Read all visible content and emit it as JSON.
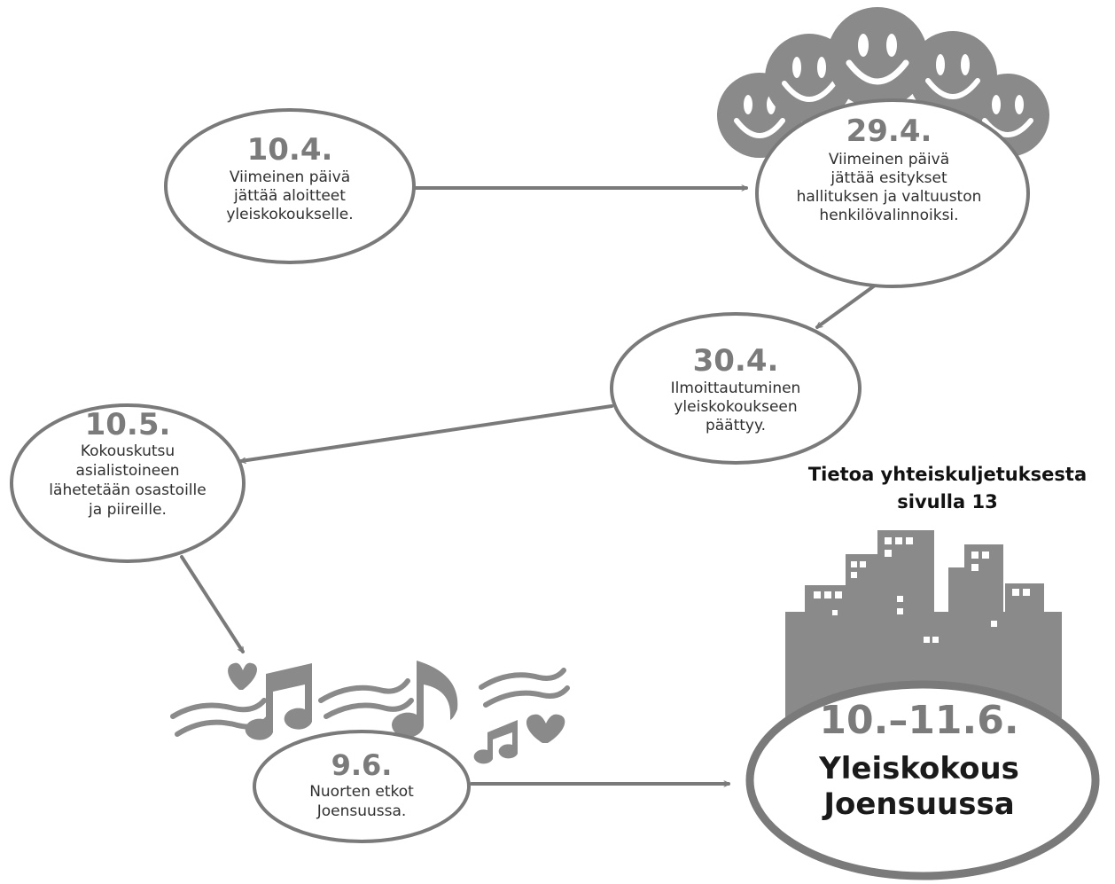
{
  "nodes": {
    "n1": {
      "date": "10.4.",
      "lines": [
        "Viimeinen päivä",
        "jättää aloitteet",
        "yleiskokoukselle."
      ]
    },
    "n2": {
      "date": "29.4.",
      "lines": [
        "Viimeinen päivä",
        "jättää esitykset",
        "hallituksen ja valtuuston",
        "henkilövalinnoiksi."
      ]
    },
    "n3": {
      "date": "30.4.",
      "lines": [
        "Ilmoittautuminen",
        "yleiskokoukseen",
        "päättyy."
      ]
    },
    "n4": {
      "date": "10.5.",
      "lines": [
        "Kokouskutsu",
        "asialistoineen",
        "lähetetään osastoille",
        "ja piireille."
      ]
    },
    "n5": {
      "date": "9.6.",
      "lines": [
        "Nuorten etkot",
        "Joensuussa."
      ]
    },
    "n6": {
      "date": "10.–11.6.",
      "lines": [
        "Yleiskokous",
        "Joensuussa"
      ]
    }
  },
  "note": {
    "line1": "Tietoa yhteiskuljetuksesta",
    "line2": "sivulla 13"
  },
  "colors": {
    "outline": "#7a7a7a",
    "fill": "#ffffff",
    "deco": "#8a8a8a",
    "date": "#7b7b7b",
    "text": "#2f2f2f"
  },
  "icons": [
    "smiley-icon",
    "music-note-icon",
    "heart-icon",
    "city-skyline-icon"
  ]
}
